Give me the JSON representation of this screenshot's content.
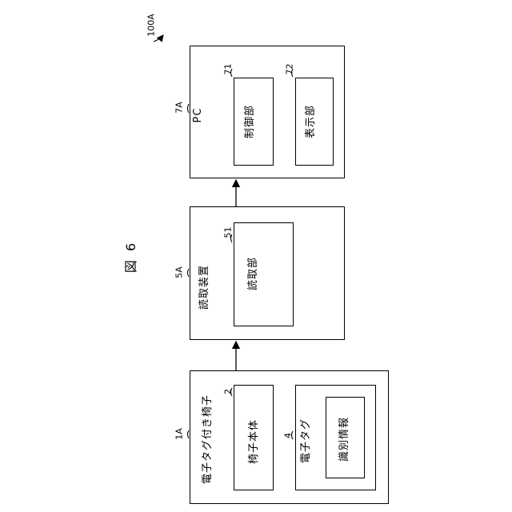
{
  "figure_label": "図 6",
  "system_ref": "100A",
  "blocks": {
    "chair": {
      "ref": "1A",
      "title": "電子タグ付き椅子",
      "body": {
        "ref": "2",
        "label": "椅子本体"
      },
      "tag": {
        "ref": "4",
        "label": "電子タグ",
        "info": {
          "label": "識別情報"
        }
      }
    },
    "reader": {
      "ref": "5A",
      "title": "読取装置",
      "unit": {
        "ref": "51",
        "label": "読取部"
      }
    },
    "pc": {
      "ref": "7A",
      "title": "PC",
      "control": {
        "ref": "71",
        "label": "制御部"
      },
      "display": {
        "ref": "72",
        "label": "表示部"
      }
    }
  },
  "colors": {
    "line": "#000000",
    "background": "#ffffff"
  }
}
